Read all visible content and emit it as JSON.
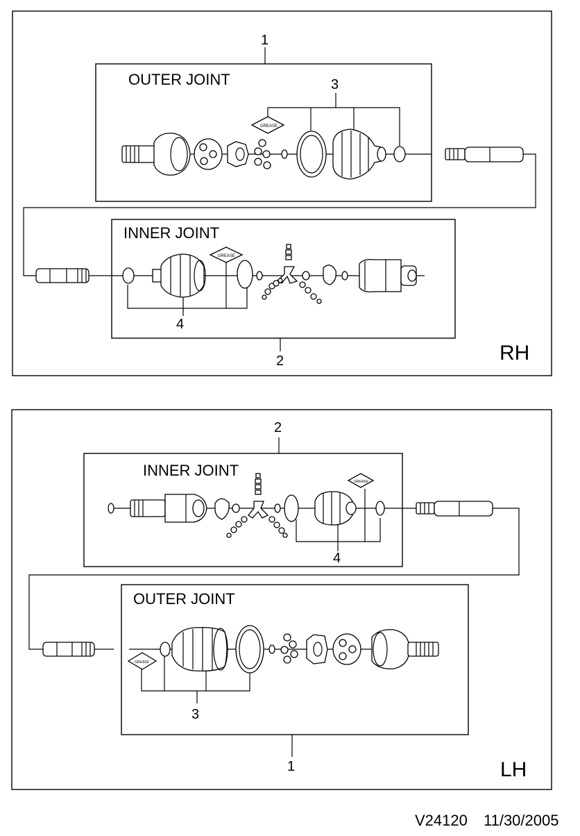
{
  "diagram": {
    "rh": {
      "side_label": "RH",
      "outer_joint": {
        "title": "OUTER JOINT",
        "callout": "1",
        "boot_kit_callout": "3"
      },
      "inner_joint": {
        "title": "INNER JOINT",
        "callout": "2",
        "boot_kit_callout": "4"
      }
    },
    "lh": {
      "side_label": "LH",
      "inner_joint": {
        "title": "INNER JOINT",
        "callout": "2",
        "boot_kit_callout": "4"
      },
      "outer_joint": {
        "title": "OUTER JOINT",
        "callout": "1",
        "boot_kit_callout": "3"
      }
    }
  },
  "footer": {
    "code": "V24120",
    "date": "11/30/2005"
  }
}
